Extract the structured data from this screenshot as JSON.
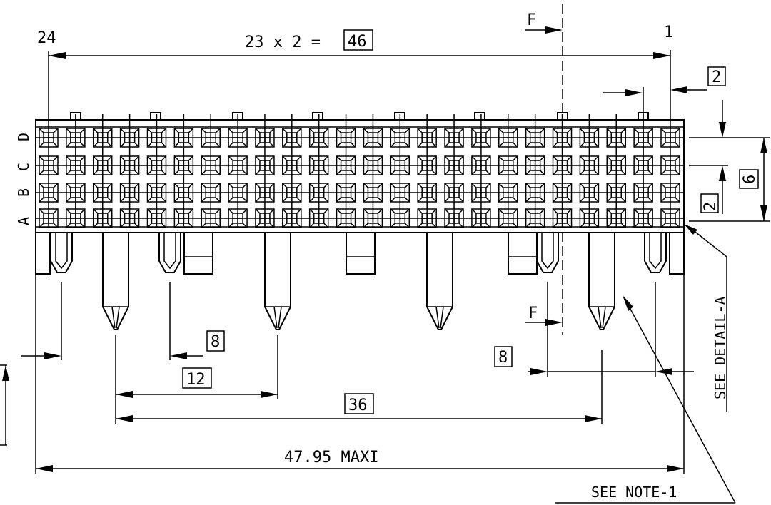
{
  "pin_labels": {
    "first": "24",
    "last": "1"
  },
  "pitch_formula": {
    "text": "23 x 2 =",
    "result": "46"
  },
  "section_marks": {
    "top": "F",
    "bottom": "F"
  },
  "row_labels": [
    "D",
    "C",
    "B",
    "A"
  ],
  "dimensions": {
    "pitch_top": "2",
    "row_span": "6",
    "row_pitch": "2",
    "post_spacing_left": "8",
    "post_spacing_right": "8",
    "peg_spacing": "12",
    "peg_span": "36",
    "overall_length": "47.95 MAXI"
  },
  "notes": {
    "detail": "SEE DETAIL-A",
    "note": "SEE NOTE-1"
  },
  "grid": {
    "columns": 24,
    "rows": 4
  }
}
